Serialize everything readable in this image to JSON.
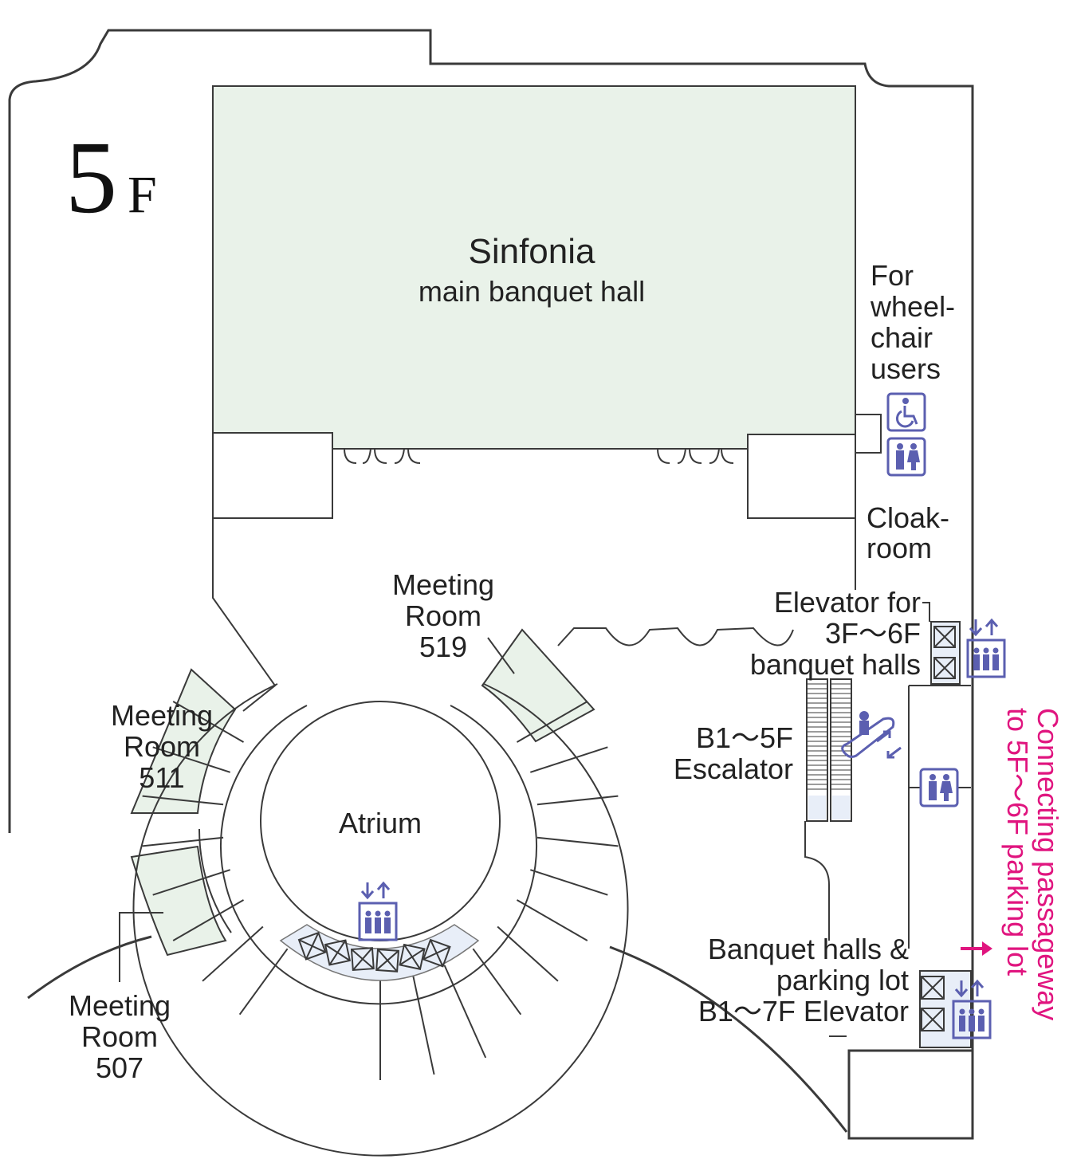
{
  "floor": {
    "number": "5",
    "suffix": "F"
  },
  "rooms": {
    "sinfonia_title": "Sinfonia",
    "sinfonia_subtitle": "main banquet hall",
    "atrium": "Atrium",
    "meeting_519": [
      "Meeting",
      "Room",
      "519"
    ],
    "meeting_511": [
      "Meeting",
      "Room",
      "511"
    ],
    "meeting_507": [
      "Meeting",
      "Room",
      "507"
    ],
    "cloakroom": [
      "Cloak-",
      "room"
    ]
  },
  "facilities": {
    "wheelchair": [
      "For",
      "wheel-",
      "chair",
      "users"
    ],
    "elevator_3f_6f": [
      "Elevator for",
      "3F～6F",
      "banquet halls"
    ],
    "escalator": [
      "B1～5F",
      "Escalator"
    ],
    "elevator_b1_7f": [
      "Banquet halls &",
      "parking lot",
      "B1～7F Elevator"
    ],
    "passageway": [
      "Connecting passageway",
      "to 5F～6F parking lot"
    ]
  },
  "icons": [
    "wheelchair-icon",
    "restroom-icon",
    "elevator-icon",
    "escalator-icon",
    "arrow-right-icon"
  ],
  "colors": {
    "room_fill": "#e9f2e9",
    "icon": "#5b5fb0",
    "passage": "#e0157f",
    "shaft": "#e8eef8"
  }
}
